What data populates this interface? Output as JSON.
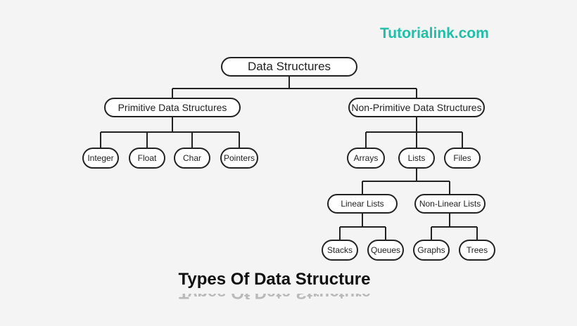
{
  "brand": "Tutorialink.com",
  "root": "Data Structures",
  "primitive": {
    "label": "Primitive Data Structures",
    "children": [
      "Integer",
      "Float",
      "Char",
      "Pointers"
    ]
  },
  "non_primitive": {
    "label": "Non-Primitive Data Structures",
    "children": [
      "Arrays",
      "Lists",
      "Files"
    ]
  },
  "lists": {
    "linear": {
      "label": "Linear Lists",
      "children": [
        "Stacks",
        "Queues"
      ]
    },
    "non_linear": {
      "label": "Non-Linear Lists",
      "children": [
        "Graphs",
        "Trees"
      ]
    }
  },
  "caption": "Types Of Data Structure",
  "colors": {
    "brand": "#1fbfa8",
    "line": "#222222",
    "background": "#f4f4f4"
  }
}
